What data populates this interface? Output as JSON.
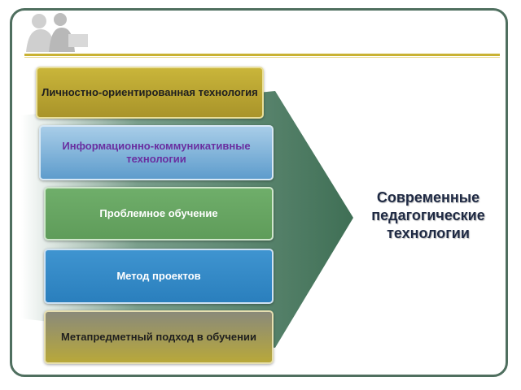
{
  "boxes": [
    {
      "label": "Личностно-ориентированная технология"
    },
    {
      "label": "Информационно-коммуникативные технологии"
    },
    {
      "label": "Проблемное обучение"
    },
    {
      "label": "Метод проектов"
    },
    {
      "label": "Метапредметный подход в обучении"
    }
  ],
  "target": {
    "label": "Современные педагогические технологии"
  },
  "colors": {
    "frame": "#4f6f5f",
    "rule": "#c9b233",
    "arrow_dark": "#3f6f55",
    "title": "#1f2a44"
  },
  "icons": {
    "logo": "people-silhouette-icon"
  }
}
